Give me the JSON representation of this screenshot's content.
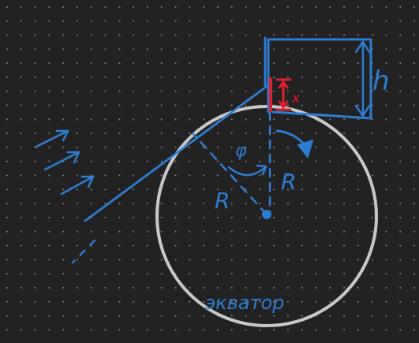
{
  "colors": {
    "background": "#222222",
    "dot_grid": "#8a8a8a",
    "earth_circle": "#c8c8c8",
    "ink_blue": "#2e7dd1",
    "ink_red": "#e02030",
    "center_dot": "#2e7dd1"
  },
  "labels": {
    "height": "h",
    "offset": "x",
    "angle": "φ",
    "radius_left": "R",
    "radius_right": "R",
    "equator": "экватор"
  },
  "icons": {
    "sun_rays": "sun-rays-icon",
    "rotation": "rotation-arrow-icon",
    "double_arrow": "double-arrow-icon"
  }
}
